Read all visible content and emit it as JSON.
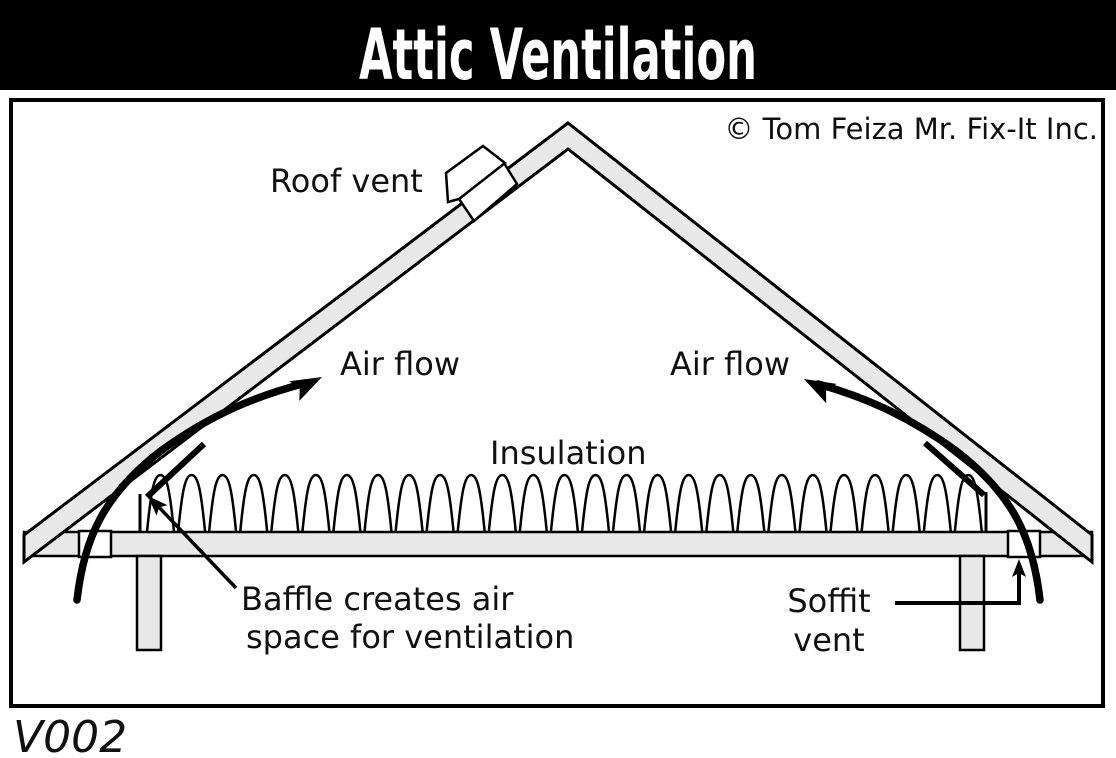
{
  "header": {
    "title": "Attic Ventilation"
  },
  "diagram": {
    "copyright": "© Tom Feiza Mr. Fix-It Inc.",
    "labels": {
      "roof_vent": "Roof vent",
      "air_flow_left": "Air flow",
      "air_flow_right": "Air flow",
      "insulation": "Insulation",
      "baffle_note_line1": "Baffle creates air",
      "baffle_note_line2": "space for ventilation",
      "soffit_vent_line1": "Soffit",
      "soffit_vent_line2": "vent"
    }
  },
  "footer": {
    "figure_code": "V002"
  },
  "colors": {
    "banner_bg": "#000000",
    "banner_text": "#ffffff",
    "diagram_bg": "#ffffff",
    "structure_fill": "#e8e8e8",
    "line": "#000000"
  }
}
